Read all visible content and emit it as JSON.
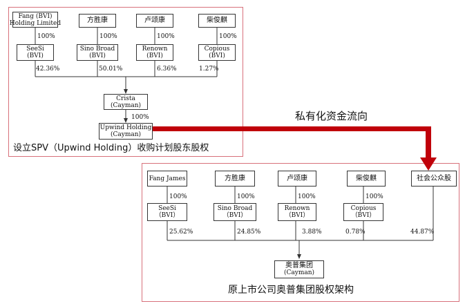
{
  "top": {
    "owners": [
      {
        "l1": "Fang (BVI)",
        "l2": "Holding Limited",
        "pct": "100%"
      },
      {
        "l1": "方胜康",
        "l2": "",
        "pct": "100%"
      },
      {
        "l1": "卢颂康",
        "l2": "",
        "pct": "100%"
      },
      {
        "l1": "柴俊麒",
        "l2": "",
        "pct": "100%"
      }
    ],
    "vehicles": [
      {
        "l1": "SeeSi",
        "l2": "(BVI)",
        "pct": "42.36%"
      },
      {
        "l1": "Sino Broad",
        "l2": "(BVI)",
        "pct": "50.01%"
      },
      {
        "l1": "Renown",
        "l2": "(BVI)",
        "pct": "6.36%"
      },
      {
        "l1": "Copious",
        "l2": "(BVI)",
        "pct": "1.27%"
      }
    ],
    "crista": {
      "l1": "Crista",
      "l2": "(Cayman)"
    },
    "crista_pct": "100%",
    "upwind": {
      "l1": "Upwind Holding",
      "l2": "(Cayman)"
    },
    "caption": "设立SPV（Upwind Holding）收购计划股东股权"
  },
  "flow_label": "私有化资金流向",
  "bottom": {
    "owners": [
      {
        "l1": "Fang James",
        "pct": "100%"
      },
      {
        "l1": "方胜康",
        "pct": "100%"
      },
      {
        "l1": "卢颂康",
        "pct": "100%"
      },
      {
        "l1": "柴俊麒",
        "pct": "100%"
      }
    ],
    "public": {
      "l1": "社会公众股",
      "pct": "44.87%"
    },
    "vehicles": [
      {
        "l1": "SeeSi",
        "l2": "（BVI）",
        "pct": "25.62%"
      },
      {
        "l1": "Sino Broad",
        "l2": "（BVI）",
        "pct": "24.85%"
      },
      {
        "l1": "Renown",
        "l2": "（BVI）",
        "pct": "3.88%"
      },
      {
        "l1": "Copious",
        "l2": "（BVI）",
        "pct": "0.78%"
      }
    ],
    "target": {
      "l1": "奥普集团",
      "l2": "(Cayman)"
    },
    "caption": "原上市公司奥普集团股权架构"
  },
  "colors": {
    "frame": "#d8707a",
    "arrow": "#c0000a",
    "line": "#333333"
  }
}
